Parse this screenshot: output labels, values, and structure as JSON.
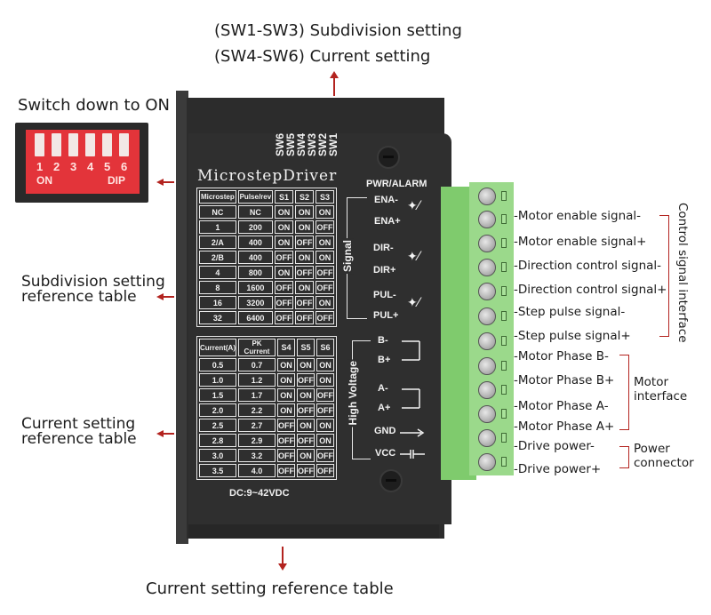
{
  "top_callout": {
    "line1": "(SW1-SW3) Subdivision setting",
    "line2": "(SW4-SW6) Current setting"
  },
  "dip_callout": {
    "title": "Switch down to ON",
    "numbers": [
      "1",
      "2",
      "3",
      "4",
      "5",
      "6"
    ],
    "on_label": "ON",
    "dip_label": "DIP"
  },
  "left_callouts": {
    "subdivision": [
      "Subdivision setting",
      "reference table"
    ],
    "current": [
      "Current setting",
      "reference table"
    ]
  },
  "bottom_callout": "Current setting reference table",
  "driver": {
    "title": "MicrostepDriver",
    "switch_labels": [
      "SW6",
      "SW5",
      "SW4",
      "SW3",
      "SW2",
      "SW1"
    ],
    "pwr_alarm": "PWR/ALARM",
    "voltage": "DC:9~42VDC",
    "signal_group": "Signal",
    "high_voltage_group": "High Voltage",
    "signal_pins": [
      "ENA-",
      "ENA+",
      "DIR-",
      "DIR+",
      "PUL-",
      "PUL+"
    ],
    "power_pins": [
      "B-",
      "B+",
      "A-",
      "A+",
      "GND",
      "VCC"
    ]
  },
  "subdivision_table": {
    "headers": [
      "Microstep",
      "Pulse/rev",
      "S1",
      "S2",
      "S3"
    ],
    "rows": [
      [
        "NC",
        "NC",
        "ON",
        "ON",
        "ON"
      ],
      [
        "1",
        "200",
        "ON",
        "ON",
        "OFF"
      ],
      [
        "2/A",
        "400",
        "ON",
        "OFF",
        "ON"
      ],
      [
        "2/B",
        "400",
        "OFF",
        "ON",
        "ON"
      ],
      [
        "4",
        "800",
        "ON",
        "OFF",
        "OFF"
      ],
      [
        "8",
        "1600",
        "OFF",
        "ON",
        "OFF"
      ],
      [
        "16",
        "3200",
        "OFF",
        "OFF",
        "ON"
      ],
      [
        "32",
        "6400",
        "OFF",
        "OFF",
        "OFF"
      ]
    ]
  },
  "current_table": {
    "headers": [
      "Current(A)",
      "PK Current",
      "S4",
      "S5",
      "S6"
    ],
    "rows": [
      [
        "0.5",
        "0.7",
        "ON",
        "ON",
        "ON"
      ],
      [
        "1.0",
        "1.2",
        "ON",
        "OFF",
        "ON"
      ],
      [
        "1.5",
        "1.7",
        "ON",
        "ON",
        "OFF"
      ],
      [
        "2.0",
        "2.2",
        "ON",
        "OFF",
        "OFF"
      ],
      [
        "2.5",
        "2.7",
        "OFF",
        "ON",
        "ON"
      ],
      [
        "2.8",
        "2.9",
        "OFF",
        "OFF",
        "ON"
      ],
      [
        "3.0",
        "3.2",
        "OFF",
        "ON",
        "OFF"
      ],
      [
        "3.5",
        "4.0",
        "OFF",
        "OFF",
        "OFF"
      ]
    ]
  },
  "terminal_descriptions": [
    "-Motor enable signal-",
    "-Motor enable signal+",
    "-Direction control signal-",
    "-Direction control signal+",
    "-Step pulse signal-",
    "-Step pulse signal+",
    "-Motor Phase B-",
    "-Motor Phase B+",
    "-Motor Phase A-",
    "-Motor Phase A+",
    "-Drive power-",
    "-Drive power+"
  ],
  "groups": {
    "control": "Control signal interface",
    "motor": [
      "Motor",
      "interface"
    ],
    "power": [
      "Power",
      "connector"
    ]
  },
  "colors": {
    "accent_arrow": "#b3231f",
    "terminal_green": "#9bd98b",
    "dip_red": "#e3343a",
    "driver_body": "#2f2f2f"
  }
}
